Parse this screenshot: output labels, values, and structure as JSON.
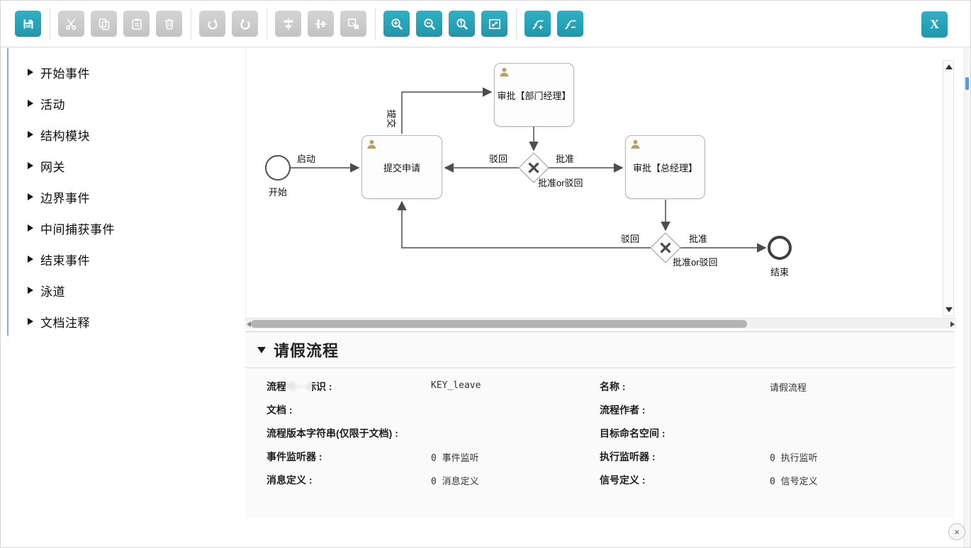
{
  "colors": {
    "accent": "#2aa7bc",
    "disabled": "#c9c9c9",
    "edge": "#4d4d4d",
    "person_icon": "#b8a25f"
  },
  "toolbar": {
    "close_label": "X",
    "buttons": [
      {
        "icon": "save-icon",
        "enabled": true
      },
      {
        "icon": "cut-icon",
        "enabled": false
      },
      {
        "icon": "copy-icon",
        "enabled": false
      },
      {
        "icon": "paste-icon",
        "enabled": false
      },
      {
        "icon": "delete-icon",
        "enabled": false
      },
      {
        "icon": "redo-icon",
        "enabled": false
      },
      {
        "icon": "undo-icon",
        "enabled": false
      },
      {
        "icon": "align-vertical-icon",
        "enabled": false
      },
      {
        "icon": "align-horizontal-icon",
        "enabled": false
      },
      {
        "icon": "same-size-icon",
        "enabled": false
      },
      {
        "icon": "zoom-in-icon",
        "enabled": true
      },
      {
        "icon": "zoom-out-icon",
        "enabled": true
      },
      {
        "icon": "zoom-actual-icon",
        "enabled": true
      },
      {
        "icon": "zoom-fit-icon",
        "enabled": true
      },
      {
        "icon": "add-bendpoint-icon",
        "enabled": true
      },
      {
        "icon": "remove-bendpoint-icon",
        "enabled": true
      }
    ]
  },
  "palette": {
    "items": [
      {
        "label": "开始事件"
      },
      {
        "label": "活动"
      },
      {
        "label": "结构模块"
      },
      {
        "label": "网关"
      },
      {
        "label": "边界事件"
      },
      {
        "label": "中间捕获事件"
      },
      {
        "label": "结束事件"
      },
      {
        "label": "泳道"
      },
      {
        "label": "文档注释"
      }
    ]
  },
  "diagram": {
    "start_label": "开始",
    "end_label": "结束",
    "tasks": [
      {
        "label": "提交申请"
      },
      {
        "label": "审批【部门经理】"
      },
      {
        "label": "审批【总经理】"
      }
    ],
    "gateway_labels": [
      {
        "label": "批准or驳回"
      },
      {
        "label": "批准or驳回"
      }
    ],
    "edge_labels": {
      "launch": "启动",
      "submit": "提交",
      "reject1": "驳回",
      "approve1": "批准",
      "reject2": "驳回",
      "approve2": "批准"
    }
  },
  "properties": {
    "title": "请假流程",
    "left": [
      {
        "label": "流程唯一标识 :",
        "value": "KEY_leave"
      },
      {
        "label": "文档 :",
        "value": ""
      },
      {
        "label": "流程版本字符串(仅限于文档) :",
        "value": ""
      },
      {
        "label": "事件监听器 :",
        "value": "0 事件监听"
      },
      {
        "label": "消息定义 :",
        "value": "0 消息定义"
      }
    ],
    "right": [
      {
        "label": "名称 :",
        "value": "请假流程"
      },
      {
        "label": "流程作者 :",
        "value": ""
      },
      {
        "label": "目标命名空间 :",
        "value": ""
      },
      {
        "label": "执行监听器 :",
        "value": "0 执行监听"
      },
      {
        "label": "信号定义 :",
        "value": "0 信号定义"
      }
    ]
  },
  "overlay": {
    "close_label": "×"
  }
}
